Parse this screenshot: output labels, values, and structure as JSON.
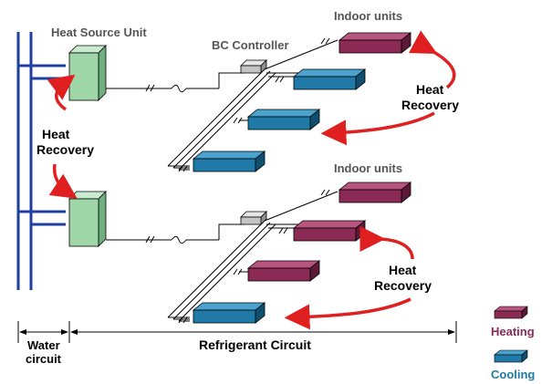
{
  "labels": {
    "heat_source_unit": "Heat Source Unit",
    "bc_controller": "BC Controller",
    "indoor_units_top": "Indoor units",
    "indoor_units_bottom": "Indoor units",
    "heat": "Heat",
    "recovery": "Recovery",
    "water_line1": "Water",
    "water_line2": "circuit",
    "refrigerant_circuit": "Refrigerant Circuit"
  },
  "legend": [
    {
      "label": "Heating",
      "color": "#8a2a55"
    },
    {
      "label": "Cooling",
      "color": "#1f7aa8"
    }
  ],
  "colors": {
    "heating": "#8a2a55",
    "cooling": "#1f7aa8",
    "pipe": "#1d3fa0",
    "arrow": "#e02020",
    "heat_source": "#9fd6a8"
  }
}
